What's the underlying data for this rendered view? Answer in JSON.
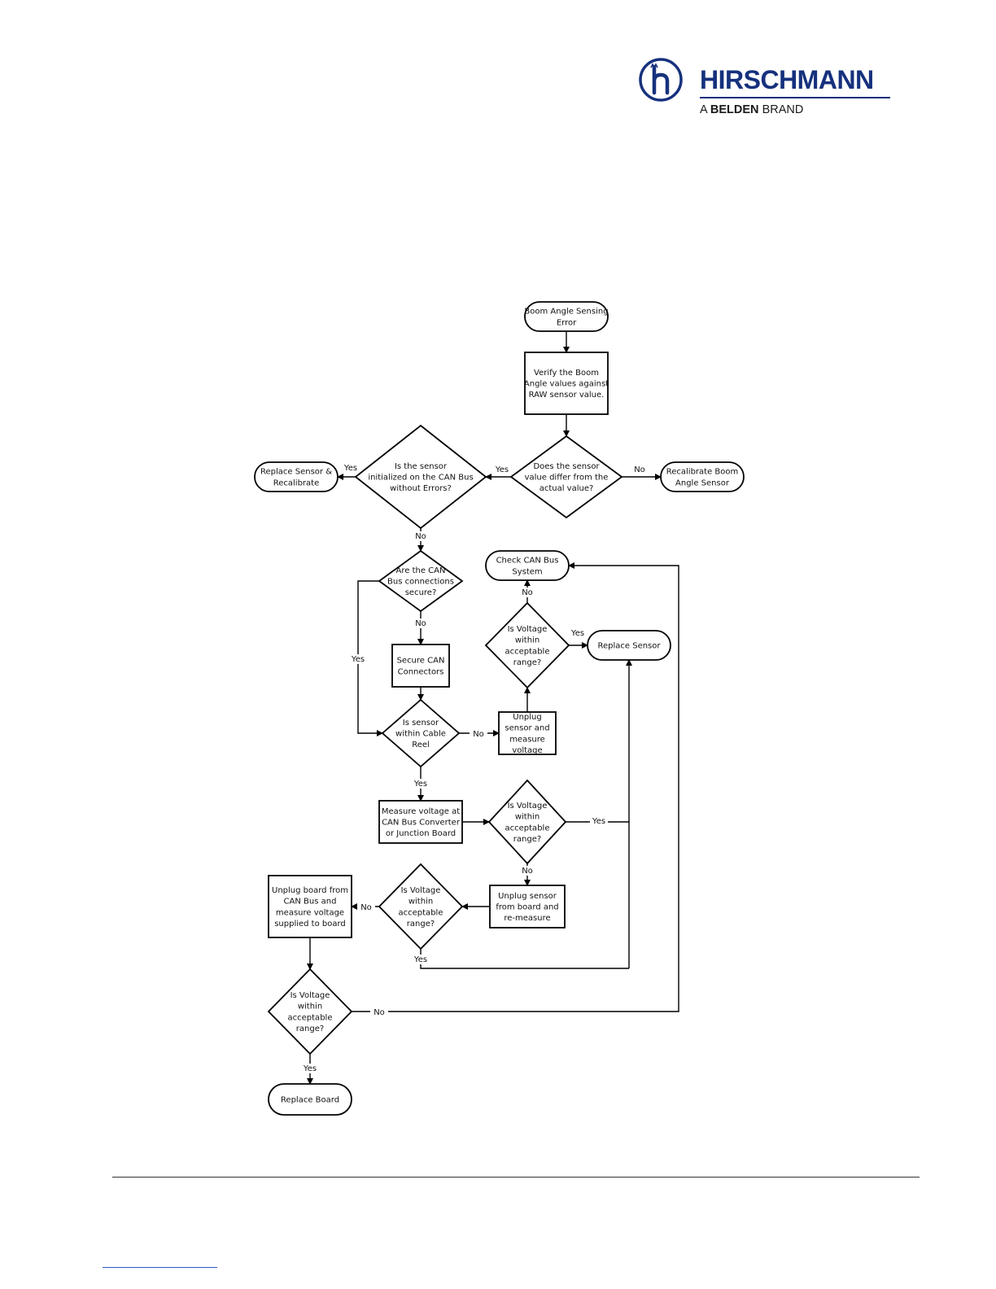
{
  "header": {
    "brand": "HIRSCHMANN",
    "tagline_prefix": "A",
    "tagline_bold": "BELDEN",
    "tagline_suffix": "BRAND",
    "brand_color": "#16317d"
  },
  "flowchart": {
    "nodes": {
      "start": [
        "Boom Angle Sensing",
        "Error"
      ],
      "verify": [
        "Verify the Boom",
        "Angle values against",
        "RAW sensor value."
      ],
      "differ": [
        "Does the sensor",
        "value differ from the",
        "actual value?"
      ],
      "recal_boom": [
        "Recalibrate Boom",
        "Angle Sensor"
      ],
      "initialized": [
        "Is the sensor",
        "initialized on the CAN Bus",
        "without Errors?"
      ],
      "replace_recal": [
        "Replace Sensor &",
        "Recalibrate"
      ],
      "can_secure": [
        "Are the CAN",
        "Bus connections",
        "secure?"
      ],
      "secure_conn": [
        "Secure CAN",
        "Connectors"
      ],
      "within_reel": [
        "Is sensor",
        "within Cable",
        "Reel"
      ],
      "unplug_sensor": [
        "Unplug",
        "sensor and",
        "measure",
        "voltage"
      ],
      "voltage1": [
        "Is Voltage",
        "within",
        "acceptable",
        "range?"
      ],
      "check_can": [
        "Check CAN Bus",
        "System"
      ],
      "replace_sensor": [
        "Replace Sensor"
      ],
      "measure_conv": [
        "Measure voltage at",
        "CAN Bus Converter",
        "or Junction Board"
      ],
      "voltage2": [
        "Is Voltage",
        "within",
        "acceptable",
        "range?"
      ],
      "unplug_remeasure": [
        "Unplug sensor",
        "from board and",
        "re-measure"
      ],
      "voltage3": [
        "Is Voltage",
        "within",
        "acceptable",
        "range?"
      ],
      "unplug_board": [
        "Unplug board from",
        "CAN Bus and",
        "measure voltage",
        "supplied to board"
      ],
      "voltage4": [
        "Is Voltage",
        "within",
        "acceptable",
        "range?"
      ],
      "replace_board": [
        "Replace Board"
      ]
    },
    "labels": {
      "yes": "Yes",
      "no": "No"
    }
  }
}
